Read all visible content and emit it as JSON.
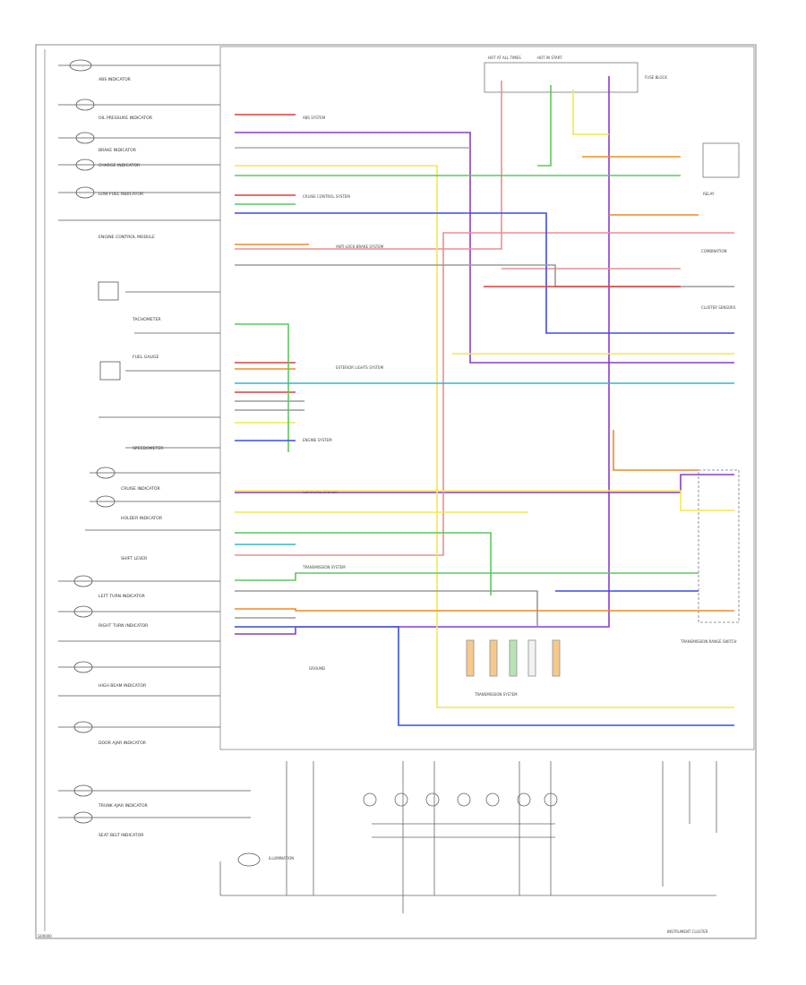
{
  "diagram": {
    "footer_code": "G00000",
    "cluster_caption": "INSTRUMENT CLUSTER"
  },
  "left_labels": [
    "ABS INDICATOR",
    "OIL PRESSURE INDICATOR",
    "BRAKE INDICATOR",
    "CHARGE INDICATOR",
    "LOW FUEL INDICATOR",
    "ENGINE CONTROL MODULE",
    "TACHOMETER",
    "FUEL GAUGE",
    "SPEEDOMETER",
    "CRUISE INDICATOR",
    "HOLDER INDICATOR",
    "SHIFT LEVER",
    "LEFT TURN INDICATOR",
    "RIGHT TURN INDICATOR",
    "HIGH BEAM INDICATOR",
    "DOOR AJAR INDICATOR",
    "TRUNK AJAR INDICATOR",
    "SEAT BELT INDICATOR"
  ],
  "right_labels": {
    "fuse_1": "HOT AT ALL TIMES",
    "fuse_2": "HOT IN START",
    "fuse_3": "FUSE BLOCK",
    "relay": "RELAY",
    "combination": "COMBINATION",
    "cluster_sensors": "CLUSTER SENSORS",
    "transmission_switch": "TRANSMISSION RANGE SWITCH",
    "transmission_system": "TRANSMISSION SYSTEM",
    "ground": "GROUND",
    "illumination": "ILLUMINATION"
  },
  "wire_labels": [
    "ABS SYSTEM",
    "CRUISE CONTROL SYSTEM",
    "ANTI-LOCK BRAKE SYSTEM",
    "EXTERIOR LIGHTS SYSTEM",
    "ENGINE SYSTEM",
    "TRANSMISSION SYSTEM",
    "CHARGING SYSTEM"
  ],
  "colors": {
    "red": "#e23b3b",
    "orange": "#f08a24",
    "yellow": "#f2e94e",
    "green": "#5cc85c",
    "blue": "#3a4de8",
    "purple": "#8a3cc8",
    "cyan": "#33b5c8",
    "gray": "#9a9a9a",
    "black": "#555555"
  }
}
